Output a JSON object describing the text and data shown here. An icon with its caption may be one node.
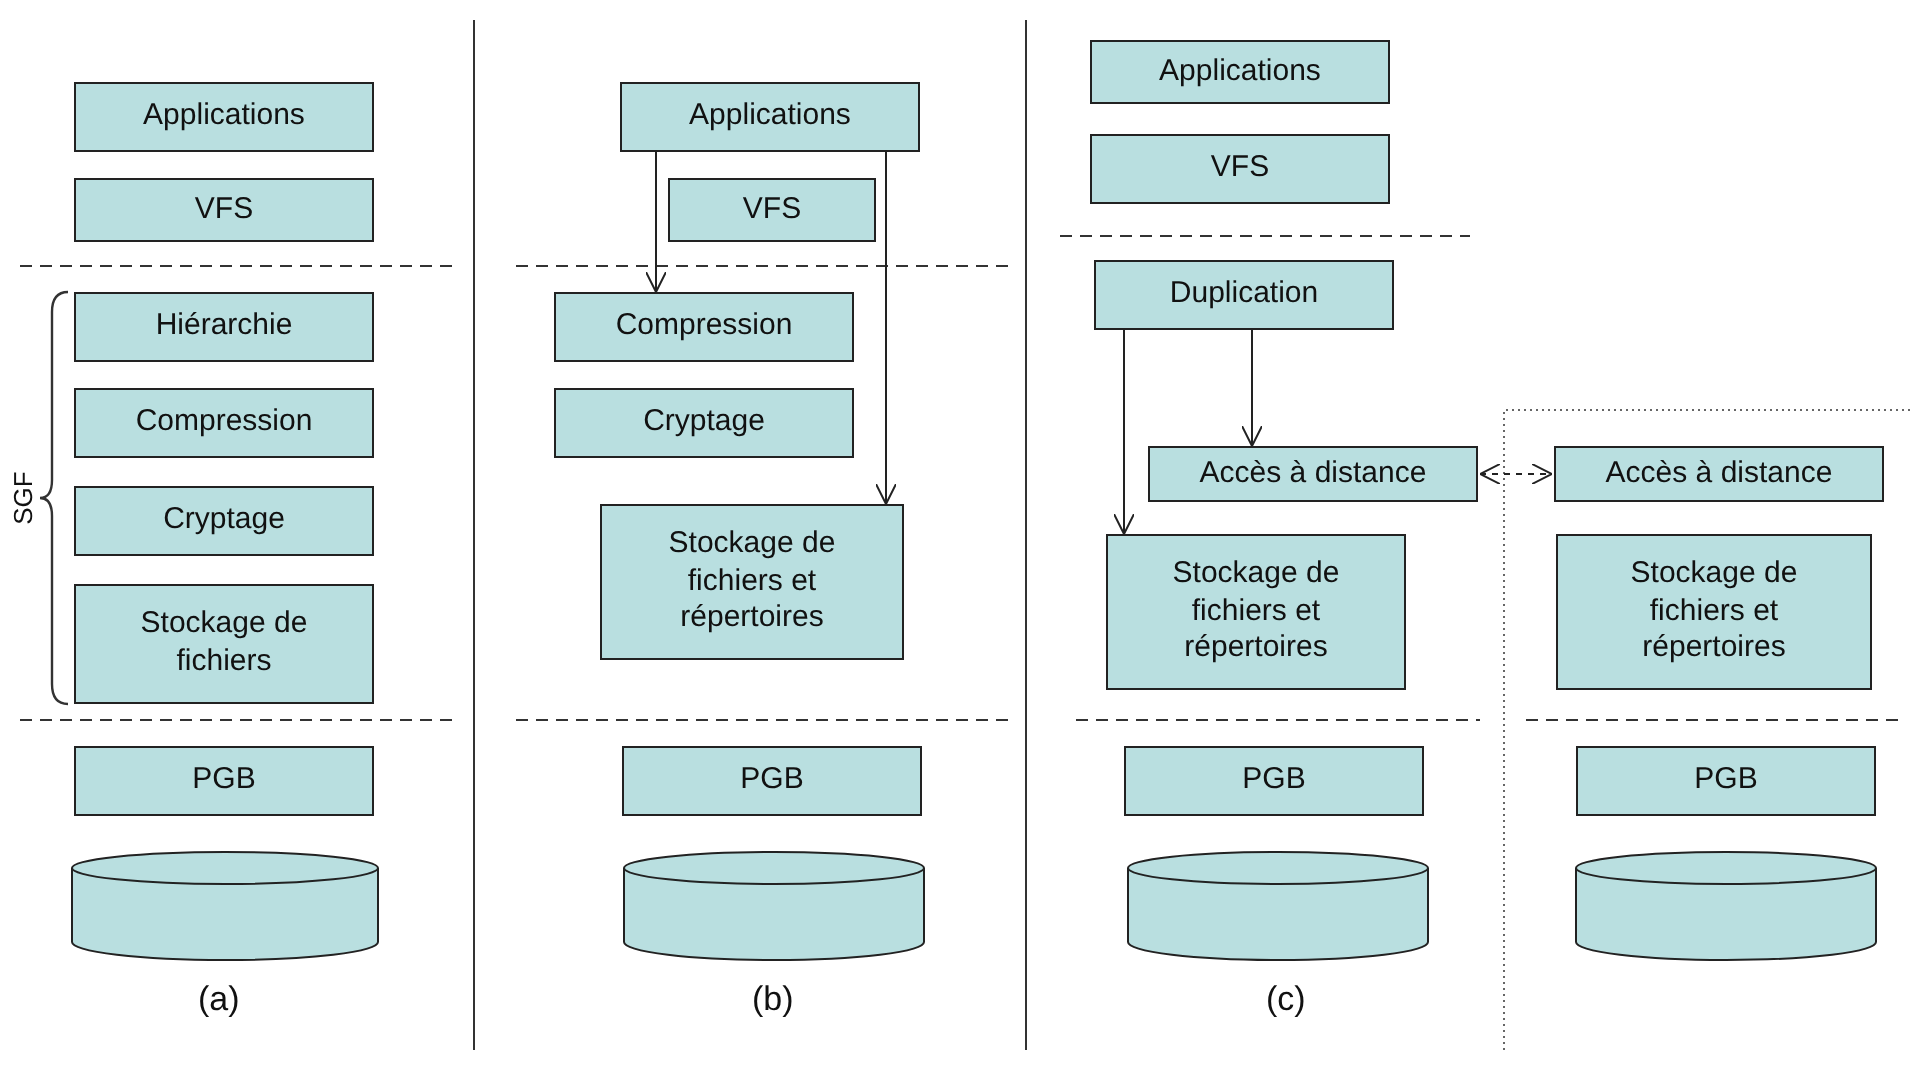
{
  "diagram": {
    "nodes": [
      {
        "text": [
          "Applications"
        ]
      },
      {
        "text": [
          "VFS"
        ]
      },
      {
        "text": [
          "Hiérarchie"
        ]
      },
      {
        "text": [
          "Compression"
        ]
      },
      {
        "text": [
          "Cryptage"
        ]
      },
      {
        "text": [
          "Stockage de fichiers"
        ]
      },
      {
        "text": [
          "PGB"
        ]
      },
      {
        "text": [],
        "shape": "cylinder"
      },
      {
        "text": [
          "Applications"
        ]
      },
      {
        "text": [
          "VFS"
        ]
      },
      {
        "text": [
          "Compression"
        ]
      },
      {
        "text": [
          "Cryptage"
        ]
      },
      {
        "text": [
          "Stockage de fichiers et répertoires"
        ]
      },
      {
        "text": [
          "PGB"
        ]
      },
      {
        "text": [],
        "shape": "cylinder"
      },
      {
        "text": [
          "Applications"
        ]
      },
      {
        "text": [
          "VFS"
        ]
      },
      {
        "text": [
          "Duplication"
        ]
      },
      {
        "text": [
          "Accès à distance"
        ]
      },
      {
        "text": [
          "Stockage de fichiers et répertoires"
        ]
      },
      {
        "text": [
          "Accès à distance"
        ]
      },
      {
        "text": [
          "Stockage de fichiers et répertoires"
        ]
      },
      {
        "text": [
          "PGB"
        ]
      },
      {
        "text": [],
        "shape": "cylinder"
      },
      {
        "text": [
          "PGB"
        ]
      },
      {
        "text": [],
        "shape": "cylinder"
      }
    ],
    "edges": [
      {
        "from": 8,
        "to": 10,
        "arrow": "to"
      },
      {
        "from": 8,
        "to": 12,
        "arrow": "to"
      },
      {
        "from": 17,
        "to": 19,
        "arrow": "to"
      },
      {
        "from": 17,
        "to": 18,
        "arrow": "to"
      },
      {
        "from": 18,
        "to": 20,
        "arrow": "both",
        "style": "dashed"
      }
    ],
    "labels": [
      "SGF",
      "(a)",
      "(b)",
      "(c)"
    ]
  }
}
